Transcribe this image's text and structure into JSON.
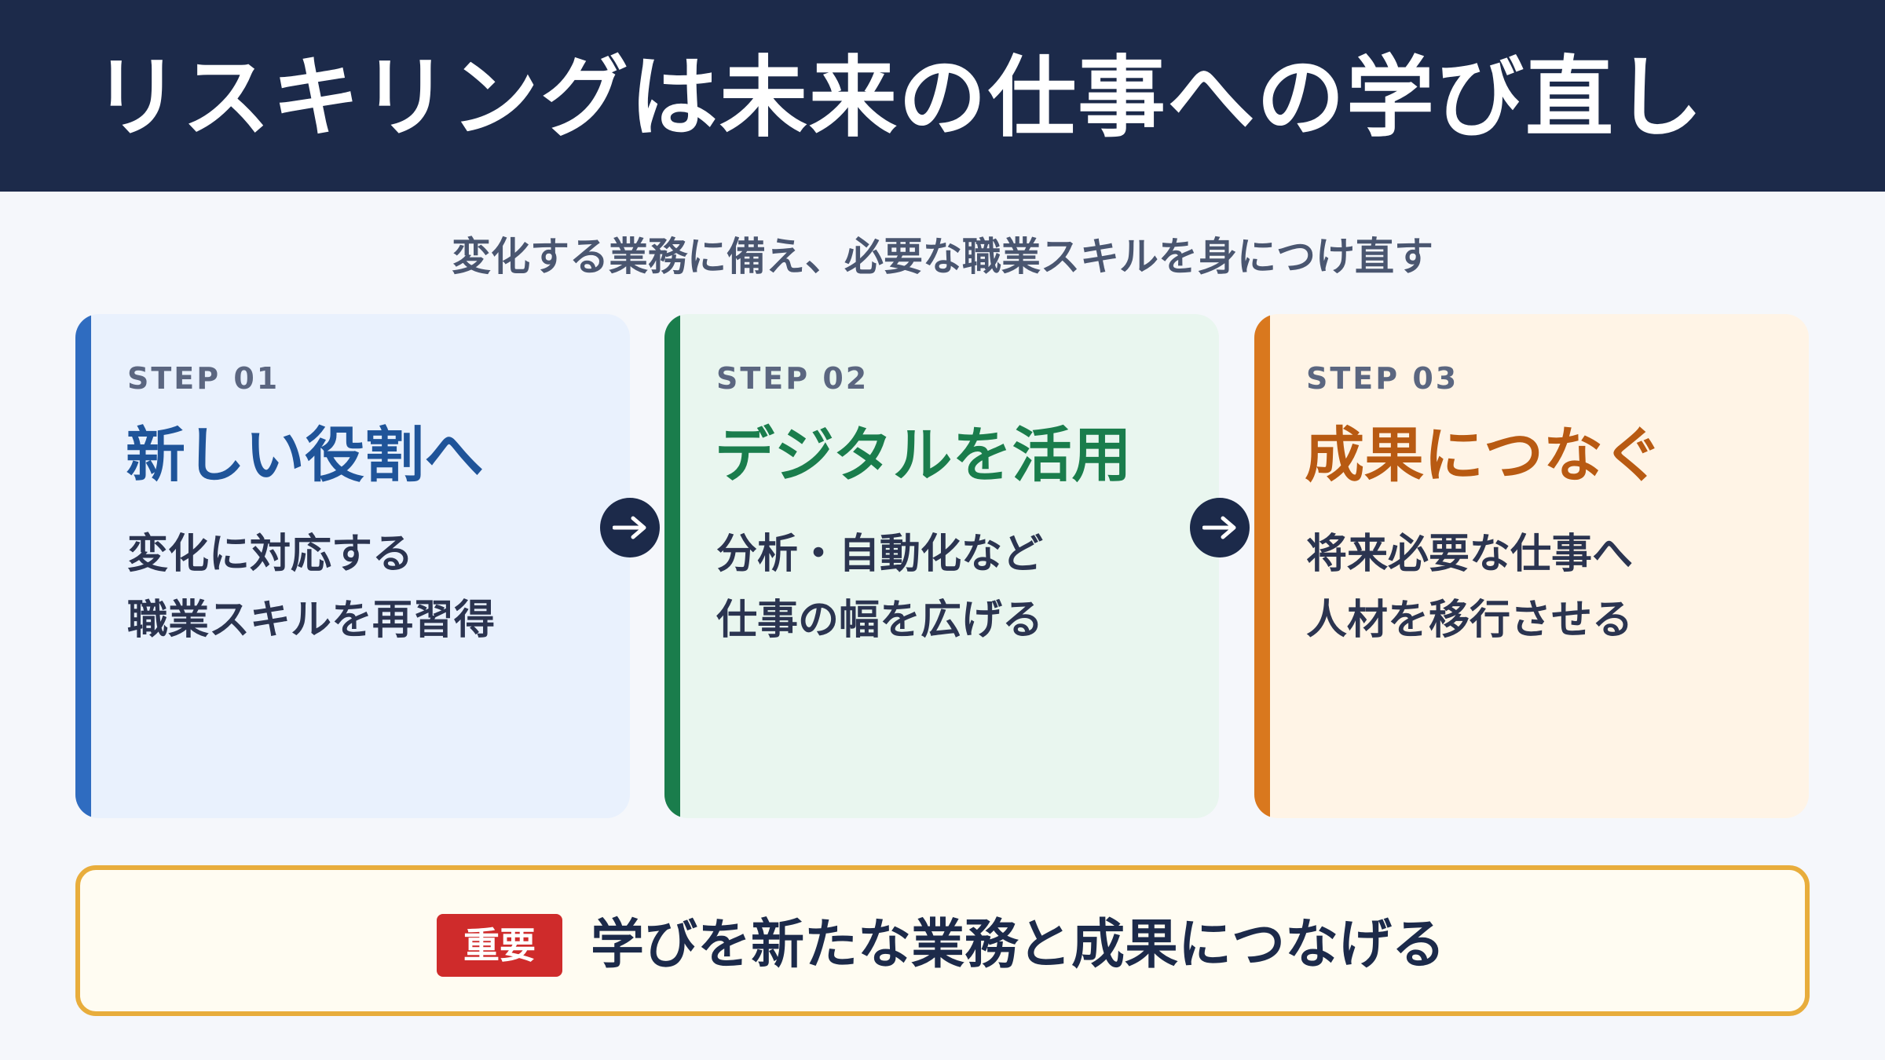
{
  "header": {
    "title": "リスキリングは未来の仕事への学び直し"
  },
  "subtitle": "変化する業務に備え、必要な職業スキルを身につけ直す",
  "steps": [
    {
      "label": "STEP 01",
      "heading": "新しい役割へ",
      "lines": [
        "変化に対応する",
        "職業スキルを再習得"
      ],
      "color": "#2f6cc0"
    },
    {
      "label": "STEP 02",
      "heading": "デジタルを活用",
      "lines": [
        "分析・自動化など",
        "仕事の幅を広げる"
      ],
      "color": "#1a7d4c"
    },
    {
      "label": "STEP 03",
      "heading": "成果につなぐ",
      "lines": [
        "将来必要な仕事へ",
        "人材を移行させる"
      ],
      "color": "#d9781e"
    }
  ],
  "arrows": [
    "arrow-right-icon",
    "arrow-right-icon"
  ],
  "callout": {
    "badge": "重要",
    "text": "学びを新たな業務と成果につなげる",
    "accent": "#e8ad3c",
    "badge_color": "#cf2b2b"
  }
}
